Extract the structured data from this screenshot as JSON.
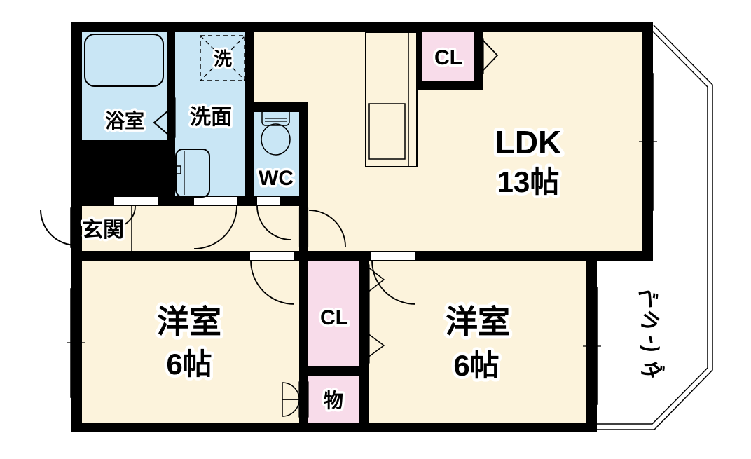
{
  "floorplan": {
    "rooms": {
      "bath": {
        "label": "浴室"
      },
      "laundry_space": {
        "label": "洗"
      },
      "washroom": {
        "label": "洗面"
      },
      "toilet": {
        "label": "WC"
      },
      "ldk": {
        "label": "LDK",
        "size": "13帖"
      },
      "closet_ldk": {
        "label": "CL"
      },
      "entrance": {
        "label": "玄関"
      },
      "bedroom_left": {
        "label": "洋室",
        "size": "6帖"
      },
      "closet_bedroom": {
        "label": "CL"
      },
      "storage": {
        "label": "物"
      },
      "bedroom_right": {
        "label": "洋室",
        "size": "6帖"
      },
      "veranda": {
        "label": "ベランダ",
        "chars": [
          "ベ",
          "ラ",
          "ン",
          "ダ"
        ]
      }
    },
    "colors": {
      "wall": "#000000",
      "room_floor": "#FCF3DC",
      "wet_area": "#C9E6F5",
      "closet_pink": "#F8DCEA",
      "background": "#FFFFFF"
    }
  }
}
